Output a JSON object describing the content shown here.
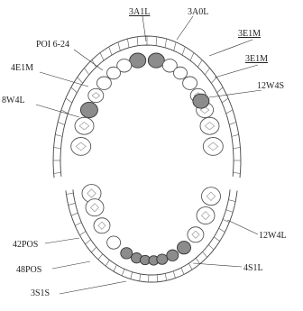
{
  "labels": {
    "upper": [
      {
        "id": "3a1l",
        "text": "3A1L",
        "underline": true
      },
      {
        "id": "3a0l",
        "text": "3A0L",
        "underline": false
      },
      {
        "id": "poi",
        "text": "POI 6-24",
        "underline": false
      },
      {
        "id": "3e1m-a",
        "text": "3E1M",
        "underline": true
      },
      {
        "id": "4e1m",
        "text": "4E1M",
        "underline": false
      },
      {
        "id": "3e1m-b",
        "text": "3E1M",
        "underline": true
      },
      {
        "id": "12w4s",
        "text": "12W4S",
        "underline": false
      },
      {
        "id": "8w4l",
        "text": "8W4L",
        "underline": false
      }
    ],
    "lower": [
      {
        "id": "42pos",
        "text": "42POS",
        "underline": false
      },
      {
        "id": "12w4l",
        "text": "12W4L",
        "underline": false
      },
      {
        "id": "48pos",
        "text": "48POS",
        "underline": false
      },
      {
        "id": "4s1l",
        "text": "4S1L",
        "underline": false
      },
      {
        "id": "3s1s",
        "text": "3S1S",
        "underline": false
      }
    ]
  },
  "teeth": {
    "upper_shaded": [
      0,
      1,
      10
    ],
    "lower_shaded": [
      1,
      2,
      3,
      4,
      5,
      6,
      7
    ]
  }
}
